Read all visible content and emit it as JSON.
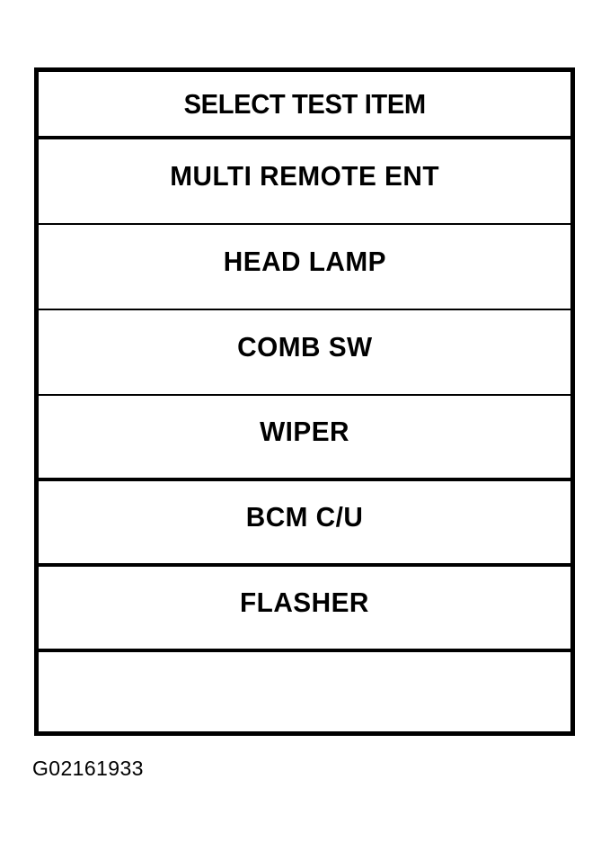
{
  "figure": {
    "caption": "G02161933",
    "border_color": "#000000",
    "background_color": "#FFFFFF",
    "text_color": "#000000"
  },
  "screen": {
    "header": {
      "label": "SELECT TEST ITEM"
    },
    "items": [
      {
        "label": "MULTI REMOTE ENT"
      },
      {
        "label": "HEAD LAMP"
      },
      {
        "label": "COMB SW"
      },
      {
        "label": "WIPER"
      },
      {
        "label": "BCM C/U"
      },
      {
        "label": "FLASHER"
      }
    ],
    "blank_row": {
      "label": ""
    }
  }
}
